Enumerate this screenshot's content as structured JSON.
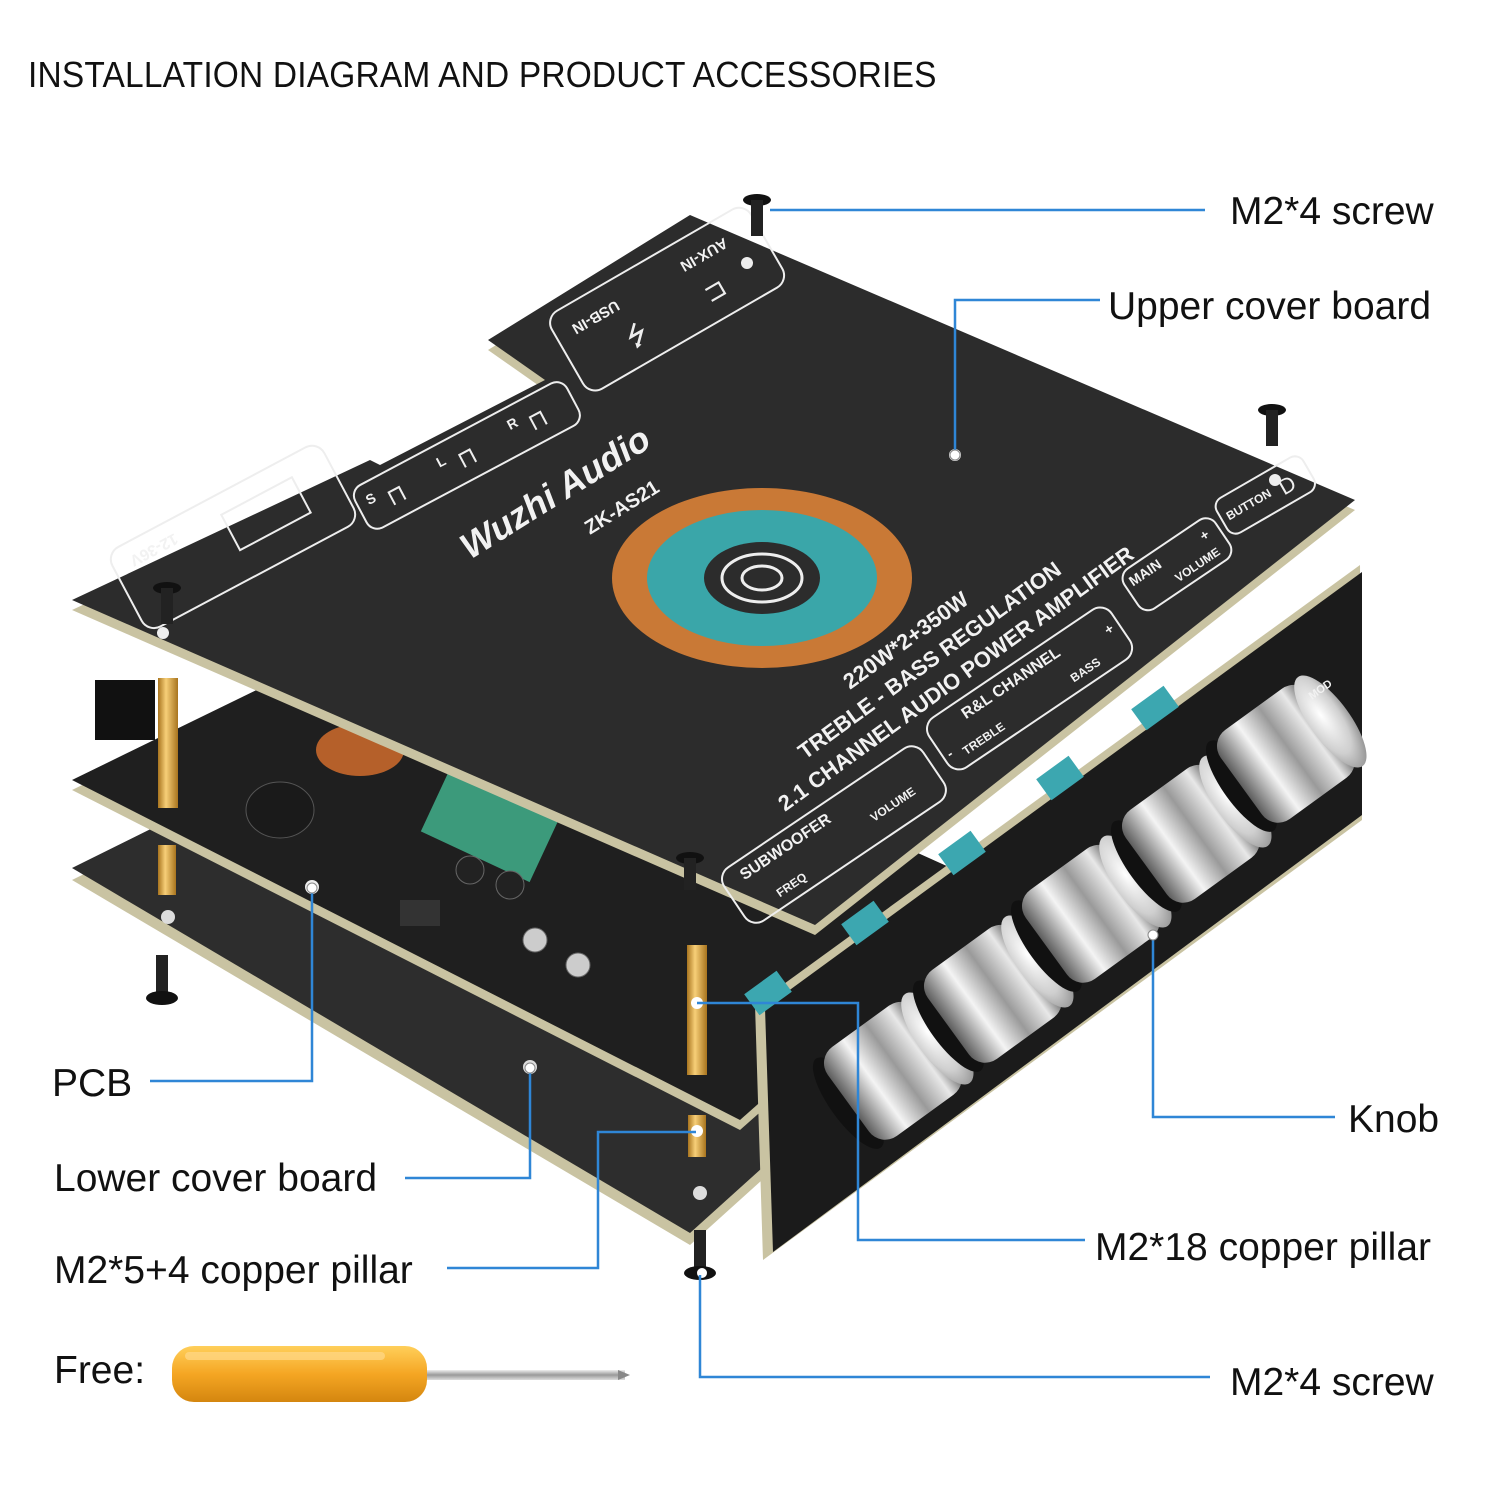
{
  "title": "INSTALLATION DIAGRAM AND PRODUCT ACCESSORIES",
  "callouts": {
    "screw_top": "M2*4 screw",
    "upper_cover_board": "Upper cover board",
    "pcb": "PCB",
    "lower_cover_board": "Lower cover board",
    "short_pillar": "M2*5+4 copper pillar",
    "free": "Free:",
    "knob": "Knob",
    "long_pillar": "M2*18 copper pillar",
    "screw_bottom": "M2*4 screw"
  },
  "board_silkscreen": {
    "brand": "Wuzhi Audio",
    "model": "ZK-AS21",
    "power_rating": "220W*2+350W",
    "line1": "TREBLE - BASS REGULATION",
    "line2": "2.1 CHANNEL AUDIO POWER AMPLIFIER",
    "voltage": "12-36V",
    "usb_in": "USB-IN",
    "aux_in": "AUX-IN",
    "button": "BUTTON",
    "main_volume_group": "MAIN",
    "main_volume_label": "VOLUME",
    "rl_channel_group": "R&L CHANNEL",
    "treble_label": "TREBLE",
    "bass_label": "BASS",
    "subwoofer_group": "SUBWOOFER",
    "sub_volume_label": "VOLUME",
    "freq_label": "FREQ",
    "speaker_r": "R",
    "speaker_l": "L",
    "speaker_s": "S",
    "mode_label": "MOD",
    "plus": "+",
    "minus": "-"
  },
  "colors": {
    "leader_line": "#2f86d6",
    "board": "#2b2b2b",
    "board_edge": "#c9c3a2",
    "copper": "#e0a94a",
    "screwdriver": "#f5a623"
  }
}
